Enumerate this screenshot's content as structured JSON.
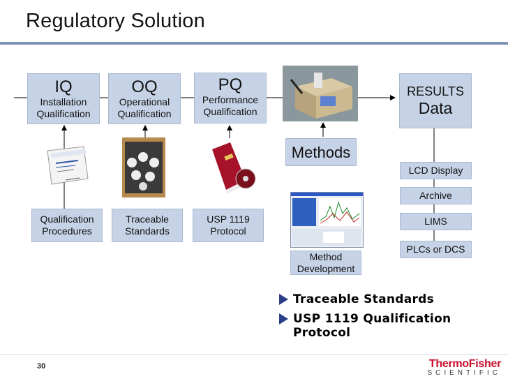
{
  "title": "Regulatory Solution",
  "iq": {
    "big": "IQ",
    "line1": "Installation",
    "line2": "Qualification"
  },
  "oq": {
    "big": "OQ",
    "line1": "Operational",
    "line2": "Qualification"
  },
  "pq": {
    "big": "PQ",
    "line1": "Performance",
    "line2": "Qualification"
  },
  "results": {
    "line1": "RESULTS",
    "line2": "Data"
  },
  "methods": "Methods",
  "method_dev": {
    "line1": "Method",
    "line2": "Development"
  },
  "qual_procedures": {
    "line1": "Qualification",
    "line2": "Procedures"
  },
  "traceable_box": {
    "line1": "Traceable",
    "line2": "Standards"
  },
  "usp_box": {
    "line1": "USP 1119",
    "line2": "Protocol"
  },
  "outputs": [
    "LCD Display",
    "Archive",
    "LIMS",
    "PLCs or DCS"
  ],
  "bullets": [
    "Traceable Standards",
    "USP 1119 Qualification Protocol"
  ],
  "page_number": "30",
  "logo": {
    "main": "ThermoFisher",
    "sub": "SCIENTIFIC"
  },
  "colors": {
    "box_fill": "#c6d3e6",
    "rule": "#7f93b8",
    "bullet": "#2a3f88",
    "logo": "#c8102e"
  }
}
